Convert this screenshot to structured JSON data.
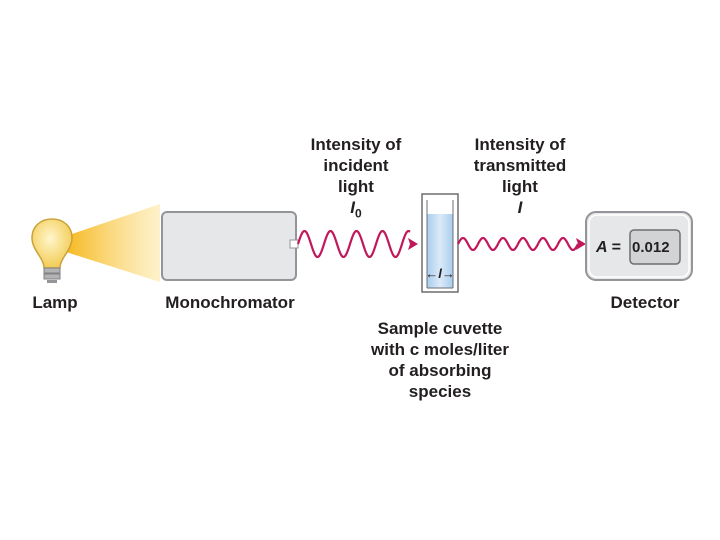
{
  "labels": {
    "lamp": "Lamp",
    "monochromator": "Monochromator",
    "detector": "Detector",
    "incident": [
      "Intensity of",
      "incident",
      "light",
      "I",
      "0"
    ],
    "transmitted": [
      "Intensity of",
      "transmitted",
      "light",
      "I"
    ],
    "cuvette": [
      "Sample cuvette",
      "with c moles/liter",
      "of absorbing",
      "species"
    ],
    "path_length": "l"
  },
  "detector_display": {
    "variable": "A =",
    "value": "0.012"
  },
  "colors": {
    "wave": "#c0185b",
    "beam": "#f7c948",
    "bulb": "#f6d77a",
    "box": "#e6e7e8",
    "box_stroke": "#939598",
    "cuvette_liquid": "#c4dcf2"
  }
}
